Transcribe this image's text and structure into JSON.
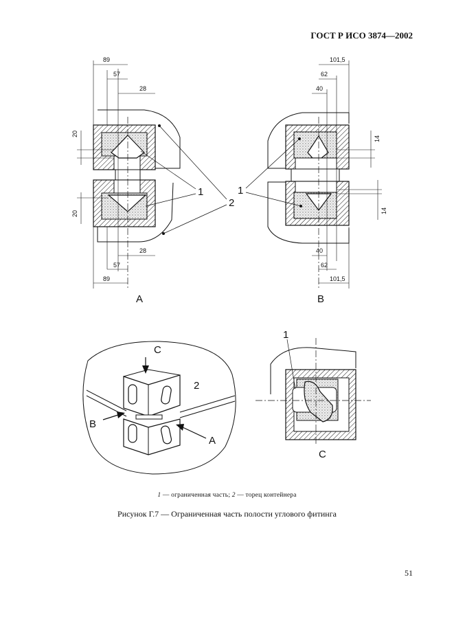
{
  "header": {
    "standard": "ГОСТ Р ИСО 3874—2002"
  },
  "figure": {
    "view_a": {
      "label": "A",
      "dims": {
        "w89": "89",
        "w57": "57",
        "w28": "28",
        "h20": "20"
      },
      "callouts": {
        "one": "1",
        "two": "2"
      }
    },
    "view_b": {
      "label": "B",
      "dims": {
        "w101": "101,5",
        "w62": "62",
        "w40": "40",
        "h14": "14"
      },
      "callouts": {
        "one": "1"
      }
    },
    "view_3d": {
      "labels": {
        "c": "C",
        "b": "B",
        "a": "A",
        "two": "2"
      }
    },
    "view_c": {
      "label": "C",
      "callouts": {
        "one": "1"
      }
    }
  },
  "legend": {
    "k1": "1",
    "t1": " — ограниченная часть; ",
    "k2": "2",
    "t2": " — торец контейнера"
  },
  "caption": "Рисунок Г.7 — Ограниченная часть полости углового фитинга",
  "page_number": "51"
}
